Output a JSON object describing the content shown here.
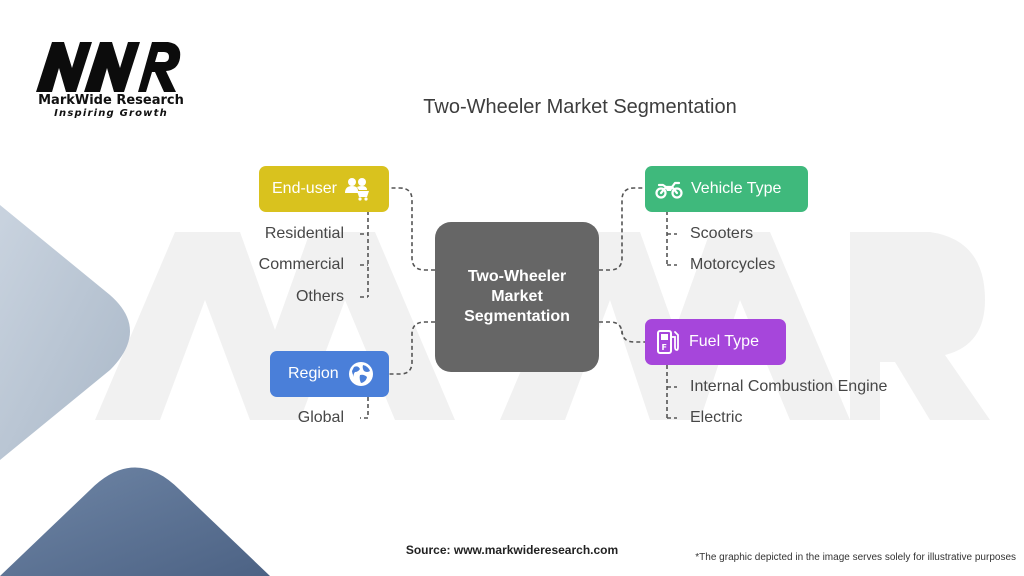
{
  "logo": {
    "mark": "MWR",
    "name": "MarkWide Research",
    "tagline": "Inspiring Growth"
  },
  "title": "Two-Wheeler Market Segmentation",
  "center": {
    "label": "Two-Wheeler Market Segmentation"
  },
  "segments": {
    "end_user": {
      "label": "End-user",
      "color": "#d9c21e",
      "icon": "people-cart-icon",
      "items": [
        "Residential",
        "Commercial",
        "Others"
      ]
    },
    "region": {
      "label": "Region",
      "color": "#4a7fd9",
      "icon": "globe-icon",
      "items": [
        "Global"
      ]
    },
    "vehicle_type": {
      "label": "Vehicle Type",
      "color": "#3fb97c",
      "icon": "motorcycle-icon",
      "items": [
        "Scooters",
        "Motorcycles"
      ]
    },
    "fuel_type": {
      "label": "Fuel Type",
      "color": "#a646db",
      "icon": "fuel-pump-icon",
      "items": [
        "Internal Combustion Engine",
        "Electric"
      ]
    }
  },
  "footer": {
    "source": "Source: www.markwideresearch.com",
    "disclaimer": "*The graphic depicted in the image serves solely for illustrative purposes"
  }
}
